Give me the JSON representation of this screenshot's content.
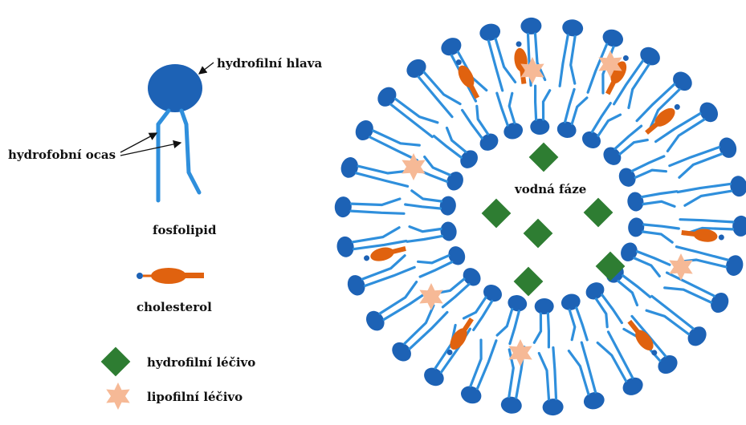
{
  "labels": {
    "head": "hydrofilní hlava",
    "tail": "hydrofobní ocas",
    "phospholipid": "fosfolipid",
    "cholesterol": "cholesterol",
    "aqueous_phase": "vodná fáze",
    "hydrophilic_drug": "hydrofilní léčivo",
    "lipophilic_drug": "lipofilní léčivo"
  },
  "colors": {
    "lipid": "#1d62b5",
    "lipid_dark": "#0f4f9e",
    "tail": "#2f8fdc",
    "cholesterol": "#e0620f",
    "hydrophilic_drug": "#2e7d32",
    "lipophilic_drug": "#f6b996",
    "arrow": "#111111"
  }
}
